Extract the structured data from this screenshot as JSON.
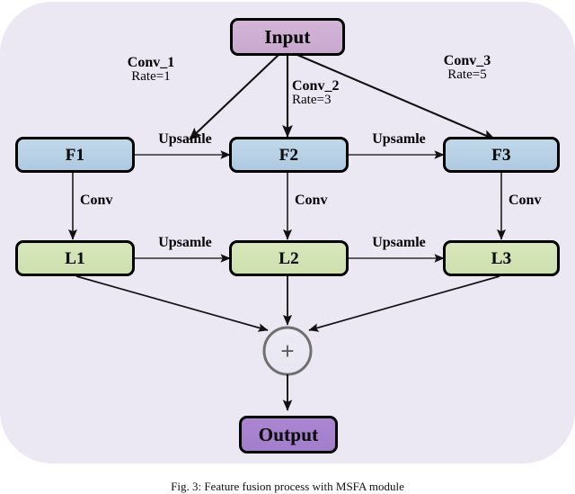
{
  "figure": {
    "caption": "Fig. 3: Feature fusion process with MSFA module",
    "panel_background": "#ebe8f4",
    "page_background": "#ffffff"
  },
  "colors": {
    "input_fill": "#cdaed2",
    "output_fill": "#a780cd",
    "feature_fill": "#b8d3e6",
    "level_fill": "#d2e3b4",
    "box_stroke": "#000000",
    "arrow_stroke": "#1a1a1a",
    "merge_stroke": "#6b6b6b"
  },
  "nodes": {
    "input": {
      "label": "Input"
    },
    "output": {
      "label": "Output"
    },
    "features": [
      {
        "id": "f1",
        "label": "F1"
      },
      {
        "id": "f2",
        "label": "F2"
      },
      {
        "id": "f3",
        "label": "F3"
      }
    ],
    "levels": [
      {
        "id": "l1",
        "label": "L1"
      },
      {
        "id": "l2",
        "label": "L2"
      },
      {
        "id": "l3",
        "label": "L3"
      }
    ],
    "merge": {
      "symbol": "+"
    }
  },
  "edge_labels": {
    "conv_branches": [
      {
        "id": "conv1",
        "name": "Conv_1",
        "rate": "Rate=1"
      },
      {
        "id": "conv2",
        "name": "Conv_2",
        "rate": "Rate=3"
      },
      {
        "id": "conv3",
        "name": "Conv_3",
        "rate": "Rate=5"
      }
    ],
    "upsample_top_left": "Upsamle",
    "upsample_top_right": "Upsamle",
    "upsample_bottom_left": "Upsamle",
    "upsample_bottom_right": "Upsamle",
    "conv_down_left": "Conv",
    "conv_down_mid": "Conv",
    "conv_down_right": "Conv"
  }
}
